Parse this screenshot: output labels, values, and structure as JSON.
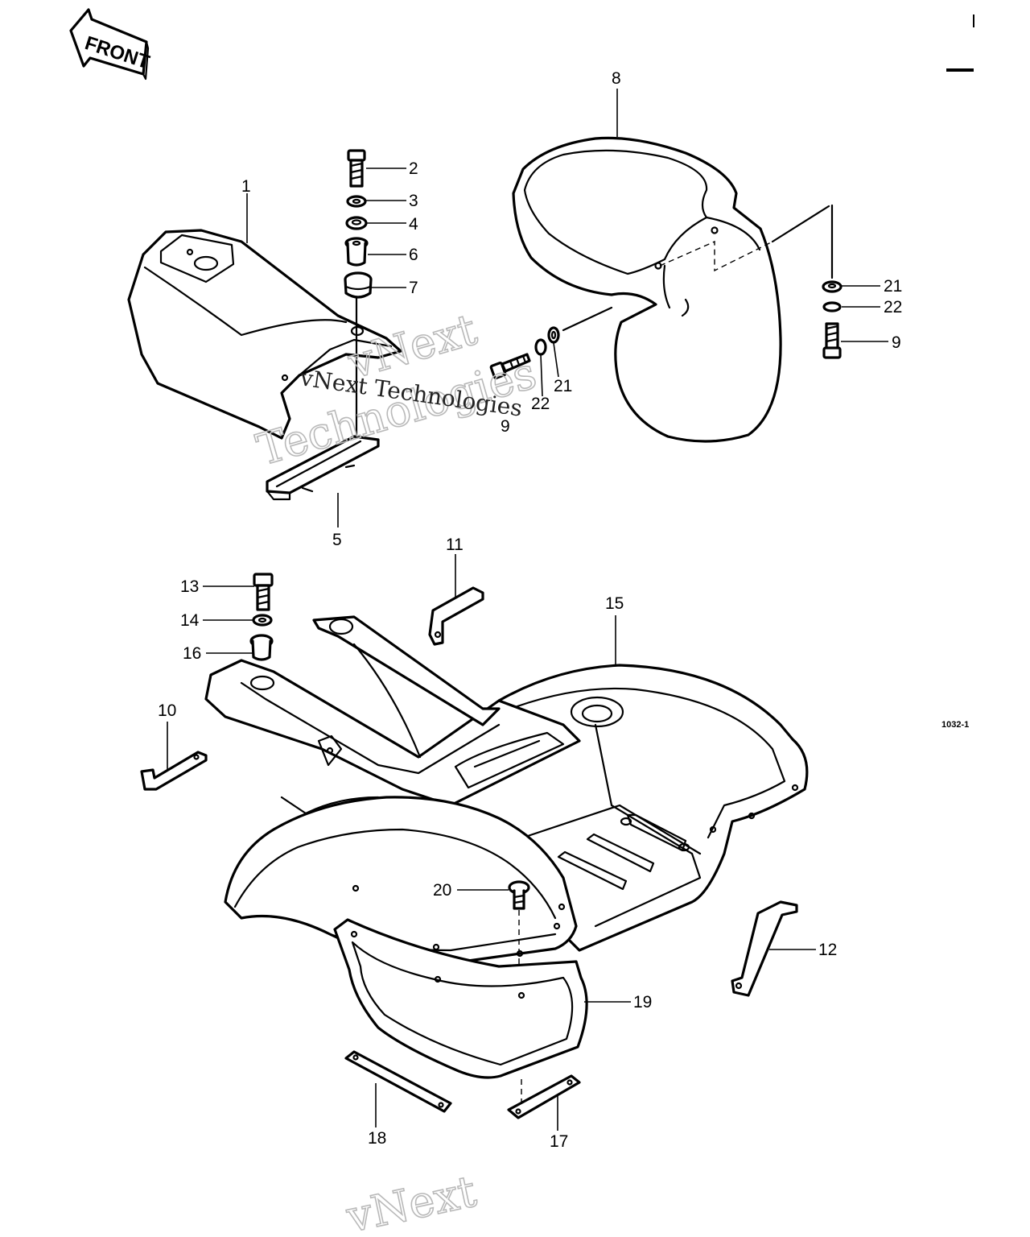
{
  "front_arrow": {
    "label": "FRONT"
  },
  "diagram_code": "1032-1",
  "watermark": {
    "line1": "vNext",
    "line2": "Technologies",
    "inline": "vNext Technologies"
  },
  "callouts": {
    "p1": "1",
    "p2": "2",
    "p3": "3",
    "p4": "4",
    "p5": "5",
    "p6": "6",
    "p7": "7",
    "p8": "8",
    "p9a": "9",
    "p9b": "9",
    "p10": "10",
    "p11": "11",
    "p12": "12",
    "p13": "13",
    "p14": "14",
    "p15": "15",
    "p16": "16",
    "p17": "17",
    "p18": "18",
    "p19": "19",
    "p20": "20",
    "p21a": "21",
    "p21b": "21",
    "p22a": "22",
    "p22b": "22"
  }
}
